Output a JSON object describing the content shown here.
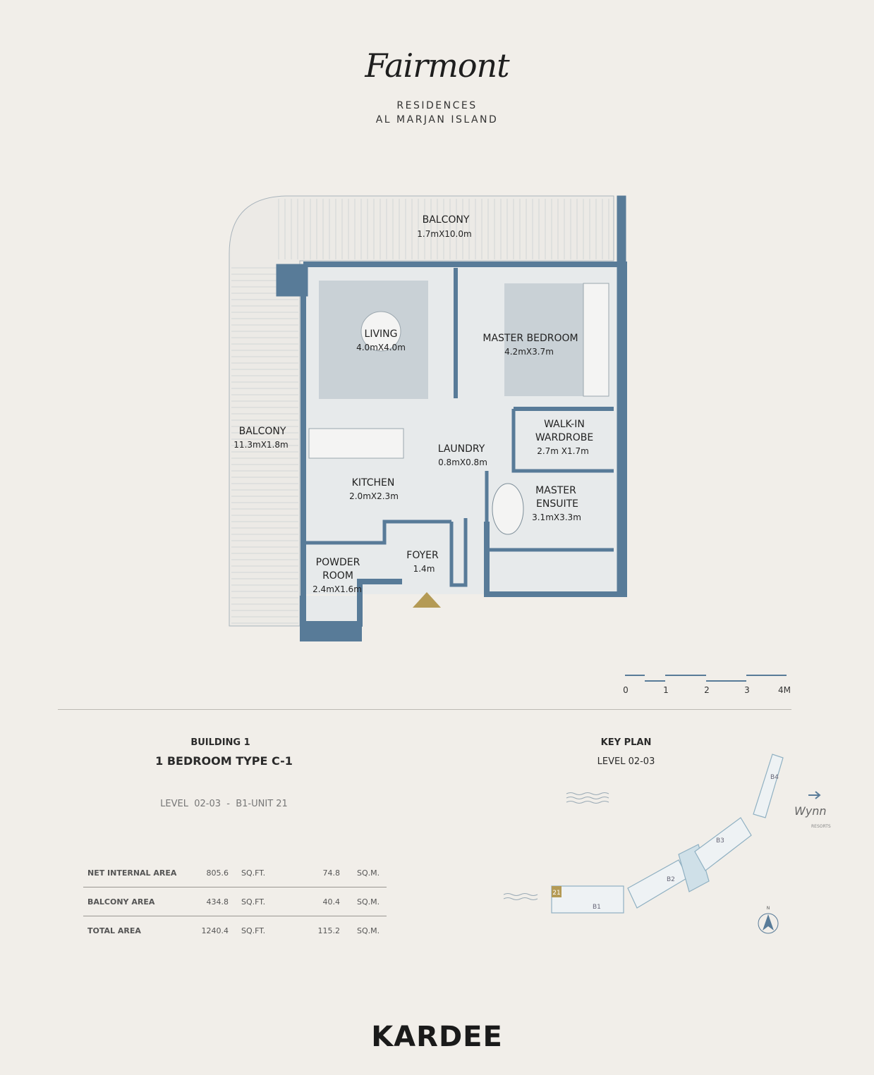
{
  "brand": {
    "logo_script": "Fairmont",
    "line1": "RESIDENCES",
    "line2": "AL MARJAN ISLAND"
  },
  "colors": {
    "wall": "#587b98",
    "room_fill": "#e4e8ea",
    "rug": "#c9d1d6",
    "highlight": "#b49a55",
    "background": "#f1eee9"
  },
  "rooms": [
    {
      "name": "BALCONY",
      "size": "1.7mX10.0m"
    },
    {
      "name": "LIVING",
      "size": "4.0mX4.0m"
    },
    {
      "name": "MASTER BEDROOM",
      "size": "4.2mX3.7m"
    },
    {
      "name": "BALCONY",
      "size": "11.3mX1.8m"
    },
    {
      "name": "WALK-IN WARDROBE",
      "size": "2.7m X1.7m"
    },
    {
      "name": "LAUNDRY",
      "size": "0.8mX0.8m"
    },
    {
      "name": "KITCHEN",
      "size": "2.0mX2.3m"
    },
    {
      "name": "MASTER ENSUITE",
      "size": "3.1mX3.3m"
    },
    {
      "name": "FOYER",
      "size": "1.4m"
    },
    {
      "name": "POWDER ROOM",
      "size": "2.4mX1.6m"
    }
  ],
  "room_lines": {
    "walkin_1": "WALK-IN",
    "walkin_2": "WARDROBE",
    "ensuite_1": "MASTER",
    "ensuite_2": "ENSUITE",
    "powder_1": "POWDER",
    "powder_2": "ROOM"
  },
  "entrance_icon": "triangle-entry-marker",
  "scale_bar": {
    "labels": [
      "0",
      "1",
      "2",
      "3",
      "4M"
    ]
  },
  "unit": {
    "building": "BUILDING 1",
    "type": "1 BEDROOM TYPE C-1",
    "level_unit": "LEVEL  02-03  -  B1-UNIT 21"
  },
  "areas": [
    {
      "label": "NET INTERNAL AREA",
      "sqft": "805.6",
      "sqft_unit": "SQ.FT.",
      "sqm": "74.8",
      "sqm_unit": "SQ.M."
    },
    {
      "label": "BALCONY AREA",
      "sqft": "434.8",
      "sqft_unit": "SQ.FT.",
      "sqm": "40.4",
      "sqm_unit": "SQ.M."
    },
    {
      "label": "TOTAL AREA",
      "sqft": "1240.4",
      "sqft_unit": "SQ.FT.",
      "sqm": "115.2",
      "sqm_unit": "SQ.M."
    }
  ],
  "key_plan": {
    "title": "KEY PLAN",
    "level": "LEVEL 02-03",
    "unit_marker": "21",
    "buildings": [
      "B1",
      "B2",
      "B3",
      "B4"
    ],
    "wynn": "Wynn",
    "wynn_sub": "RESORTS",
    "north": "N"
  },
  "footer": {
    "logo": "KARDEE"
  }
}
